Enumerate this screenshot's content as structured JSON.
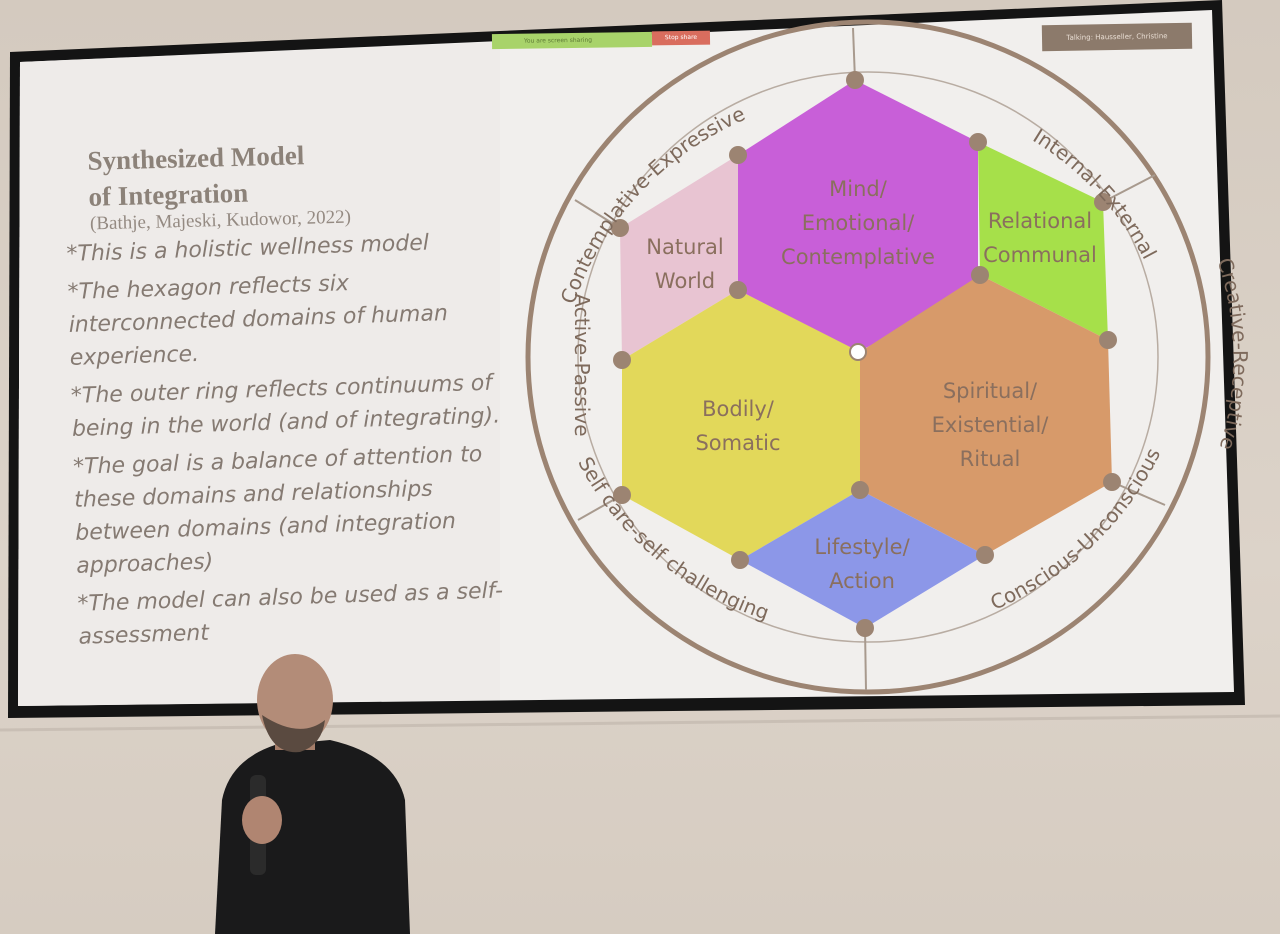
{
  "slide": {
    "title_line1": "Synthesized Model",
    "title_line2": "of Integration",
    "citation": "(Bathje, Majeski, Kudowor, 2022)",
    "bullets": [
      "*This is a holistic wellness model",
      "*The hexagon reflects six interconnected domains of human experience.",
      "*The outer ring reflects continuums of being in the world (and of integrating).",
      "*The goal is a balance of attention to these domains and relationships between domains (and integration approaches)",
      "*The model can also be used as a self-assessment"
    ]
  },
  "meeting_overlay": {
    "sharing_status": "You are screen sharing",
    "stop_share_label": "Stop share",
    "talking_label": "Talking: Hausseller, Christine"
  },
  "diagram": {
    "domains": {
      "mind": [
        "Mind/",
        "Emotional/",
        "Contemplative"
      ],
      "relational": [
        "Relational",
        "Communal"
      ],
      "natural": [
        "Natural",
        "World"
      ],
      "bodily": [
        "Bodily/",
        "Somatic"
      ],
      "spiritual": [
        "Spiritual/",
        "Existential/",
        "Ritual"
      ],
      "lifestyle": [
        "Lifestyle/",
        "Action"
      ]
    },
    "continuums": {
      "contemplative_expressive": "Contemplative-Expressive",
      "internal_external": "Internal-External",
      "creative_receptive": "Creative-Receptive",
      "conscious_unconscious": "Conscious-Unconscious",
      "selfcare_challenging": "Self care-self challenging",
      "active_passive": "Active-Passive"
    },
    "colors": {
      "mind": "#c85fd8",
      "relational": "#a6e04a",
      "natural": "#e8c4d2",
      "bodily": "#e2d85a",
      "spiritual": "#d79a6a",
      "lifestyle": "#8c97e8",
      "ring": "#9c8472"
    }
  }
}
